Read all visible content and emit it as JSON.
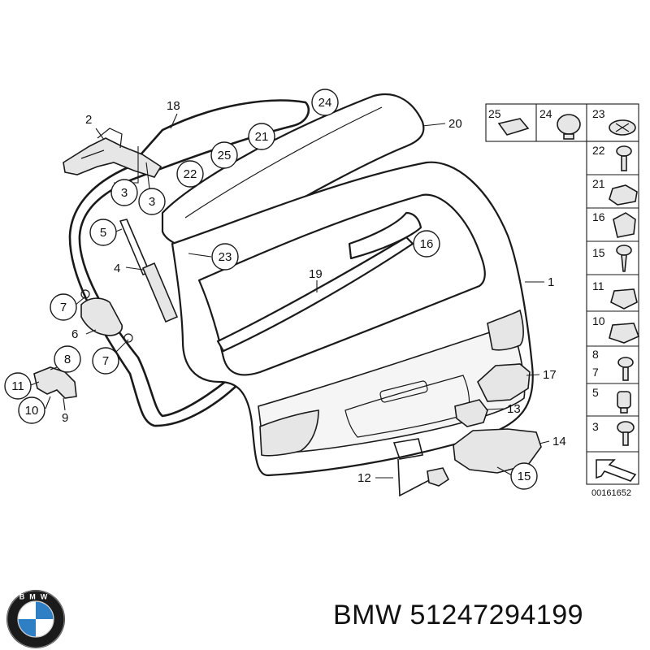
{
  "callouts": [
    {
      "n": "2"
    },
    {
      "n": "18"
    },
    {
      "n": "24"
    },
    {
      "n": "20"
    },
    {
      "n": "21"
    },
    {
      "n": "25"
    },
    {
      "n": "22"
    },
    {
      "n": "3"
    },
    {
      "n": "3"
    },
    {
      "n": "5"
    },
    {
      "n": "4"
    },
    {
      "n": "23"
    },
    {
      "n": "16"
    },
    {
      "n": "19"
    },
    {
      "n": "1"
    },
    {
      "n": "7"
    },
    {
      "n": "6"
    },
    {
      "n": "7"
    },
    {
      "n": "8"
    },
    {
      "n": "11"
    },
    {
      "n": "10"
    },
    {
      "n": "9"
    },
    {
      "n": "17"
    },
    {
      "n": "13"
    },
    {
      "n": "14"
    },
    {
      "n": "12"
    },
    {
      "n": "15"
    }
  ],
  "legend": {
    "top_row": [
      "25",
      "24",
      "23"
    ],
    "column": [
      "22",
      "21",
      "16",
      "15",
      "11",
      "10",
      "8",
      "7",
      "5",
      "3"
    ]
  },
  "reference_code": "00161652",
  "product": {
    "title": "BMW 51247294199"
  },
  "brand": {
    "logo_text": "BMW"
  },
  "colors": {
    "line": "#1a1a1a",
    "logo_blue": "#2f7fc4"
  }
}
